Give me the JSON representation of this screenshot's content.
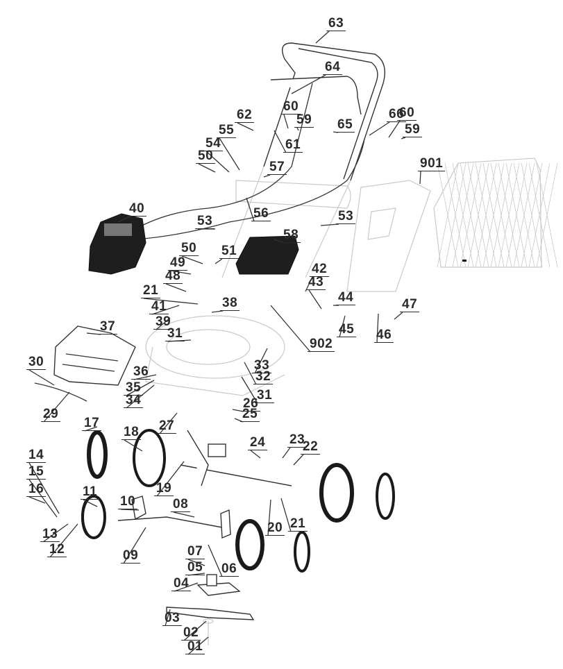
{
  "diagram": {
    "subject": "Lawn mower exploded parts view",
    "labels": [
      "63",
      "64",
      "62",
      "60",
      "59",
      "65",
      "66",
      "60",
      "59",
      "55",
      "61",
      "54",
      "50",
      "57",
      "901",
      "56",
      "40",
      "53",
      "53",
      "58",
      "50",
      "51",
      "49",
      "48",
      "42",
      "43",
      "44",
      "21",
      "41",
      "38",
      "47",
      "39",
      "45",
      "46",
      "31",
      "37",
      "902",
      "33",
      "30",
      "36",
      "32",
      "35",
      "34",
      "31",
      "29",
      "26",
      "25",
      "17",
      "27",
      "23",
      "22",
      "24",
      "14",
      "18",
      "15",
      "19",
      "16",
      "11",
      "10",
      "08",
      "20",
      "21",
      "13",
      "12",
      "07",
      "09",
      "06",
      "05",
      "04",
      "03",
      "02",
      "01"
    ],
    "icons": [
      "handle-bar",
      "cable",
      "lever",
      "knob",
      "engine",
      "grass-box-frame",
      "grass-bag",
      "air-filter-cover",
      "chassis-deck",
      "rear-flap",
      "front-axle",
      "rear-axle",
      "wheel",
      "hubcap",
      "blade",
      "blade-adapter",
      "bolt"
    ]
  }
}
